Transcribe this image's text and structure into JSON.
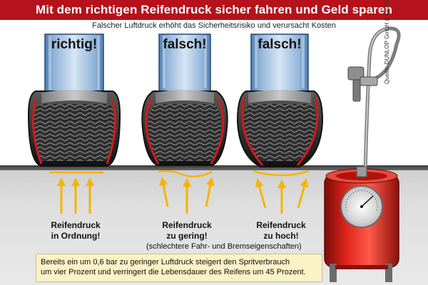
{
  "header": {
    "title": "Mit dem richtigen Reifendruck sicher fahren und Geld sparen"
  },
  "subtitle": "Falscher Luftdruck erhöht das Sicherheitsrisiko und verursacht Kosten",
  "tires": [
    {
      "label": "richtig!",
      "status_line1": "Reifendruck",
      "status_line2": "in Ordnung!"
    },
    {
      "label": "falsch!",
      "status_line1": "Reifendruck",
      "status_line2": "zu gering!",
      "note": "(schlechtere Fahr- und Bremseigenschaften)"
    },
    {
      "label": "falsch!",
      "status_line1": "Reifendruck",
      "status_line2": "zu hoch!"
    }
  ],
  "info": {
    "line1": "Bereits ein um 0,6 bar zu geringer Luftdruck steigert den Spritverbrauch",
    "line2": "um vier Prozent und verringert die Lebensdauer des Reifens um 45 Prozent."
  },
  "source": "Quelle: DUNLOP GmbH & Co. KG",
  "colors": {
    "header": "#b5121b",
    "arrow": "#f5b400",
    "tire_stripe": "#d11a1a",
    "gauge_red": "#d8211b",
    "infobox": "#fbf2c6"
  }
}
